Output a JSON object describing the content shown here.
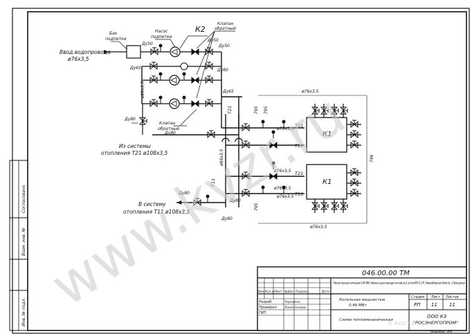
{
  "drawing": {
    "labels": {
      "vvod_line1": "Ввод водопровода",
      "vvod_line2": "ø76x3,5",
      "bak_line1": "Бак",
      "bak_line2": "подпитки",
      "nasos_line1": "Насос",
      "nasos_line2": "подпитки",
      "k2": "К2",
      "klapan_top_line1": "Клапан",
      "klapan_top_line2": "обратный",
      "klapan_bot_line1": "Клапан",
      "klapan_bot_line2": "обратный",
      "iz_sistemy_line1": "Из системы",
      "iz_sistemy_line2": "отопления Т21 ø108x3,5",
      "v_sistemu_line1": "В систему",
      "v_sistemu_line2": "отопления Т11 ø108x3,5",
      "k1_top": "К1",
      "k1_bottom": "К1",
      "t21_left": "Т21",
      "t11_left": "Т11",
      "t21_a": "Т21",
      "t11_a": "Т11",
      "t21_b": "Т21",
      "t11_b": "Т11",
      "dim_795_a": "795",
      "dim_795_b": "795",
      "dim_795_c": "795",
      "dim_796": "796",
      "pipe_76_top": "ø76x3,5",
      "pipe_76_bottom": "ø76x3,5",
      "pipe_76_a": "ø76x3,5",
      "pipe_76_b": "ø76x3,5",
      "pipe_76_c": "ø76x3,5",
      "pipe_76_d": "ø76x3,5",
      "pipe_89": "ø89x3,5",
      "pipe_89_v": "ø89x3,5",
      "du50_a": "Ду50",
      "du50_b": "Ду50",
      "du50_c": "Ду50",
      "du65_a": "Ду65",
      "du65_b": "Ду65",
      "du80_a": "Ду80",
      "du80_b": "Ду80",
      "du80_c": "Ду80",
      "du80_d": "Ду80",
      "du80_e": "Ду80",
      "du80_f": "Ду80"
    }
  },
  "side_stamp": {
    "soglasovano": "Согласовано",
    "vzam_inv": "Взам. инв. №",
    "inv_podl": "Инв. № подл."
  },
  "title_block": {
    "code": "046.00.00 ТМ",
    "project_title": "Реконструкция котельной 0,46 МВт.Замена существующих котлов на 2 котла КВ3-0,2 М, Новосибирской области, с.Прокудское",
    "col_izm": "Изм.",
    "col_kol": "Кол.уч",
    "col_list": "Лист",
    "col_ndok": "№Док.",
    "col_podp": "Подпись",
    "col_data": "Дата",
    "row1_role": "Разраб.",
    "row1_name": "Черненко",
    "row2_role": "Проверил",
    "row2_name": "Ланостенков",
    "row3_role": "ГИП",
    "object_line1": "Котельная мощностью",
    "object_line2": "0,46 МВт",
    "sheet_name": "Схема тепломеханическая",
    "hdr_stadiya": "Стадия",
    "hdr_list": "Лист",
    "hdr_listov": "Листов",
    "stadiya": "РП",
    "list": "11",
    "listov": "11",
    "org_line1": "ООО КЗ",
    "org_line2": "\"РОСЭНЕРГОПРОМ\"",
    "format": "Формат А3"
  },
  "watermark": {
    "text": "www.kvzr.ru",
    "corner": "© kvzr.ru"
  }
}
